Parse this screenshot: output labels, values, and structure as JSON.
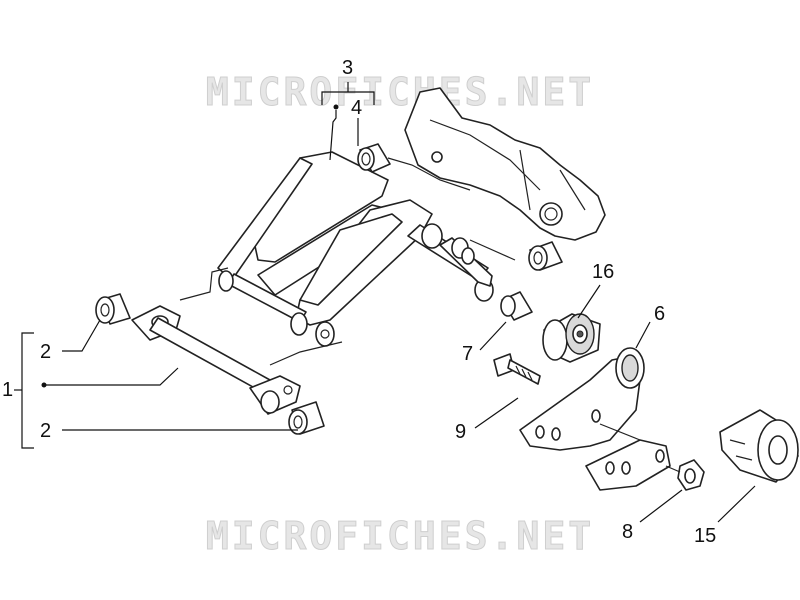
{
  "watermark": {
    "top_text": "MICROFICHES.NET",
    "bottom_text": "MICROFICHES.NET"
  },
  "callouts": [
    {
      "id": "1",
      "label": "1"
    },
    {
      "id": "2a",
      "label": "2"
    },
    {
      "id": "2b",
      "label": "2"
    },
    {
      "id": "3",
      "label": "3"
    },
    {
      "id": "4",
      "label": "4"
    },
    {
      "id": "6",
      "label": "6"
    },
    {
      "id": "7",
      "label": "7"
    },
    {
      "id": "8",
      "label": "8"
    },
    {
      "id": "9",
      "label": "9"
    },
    {
      "id": "15",
      "label": "15"
    },
    {
      "id": "16",
      "label": "16"
    }
  ]
}
